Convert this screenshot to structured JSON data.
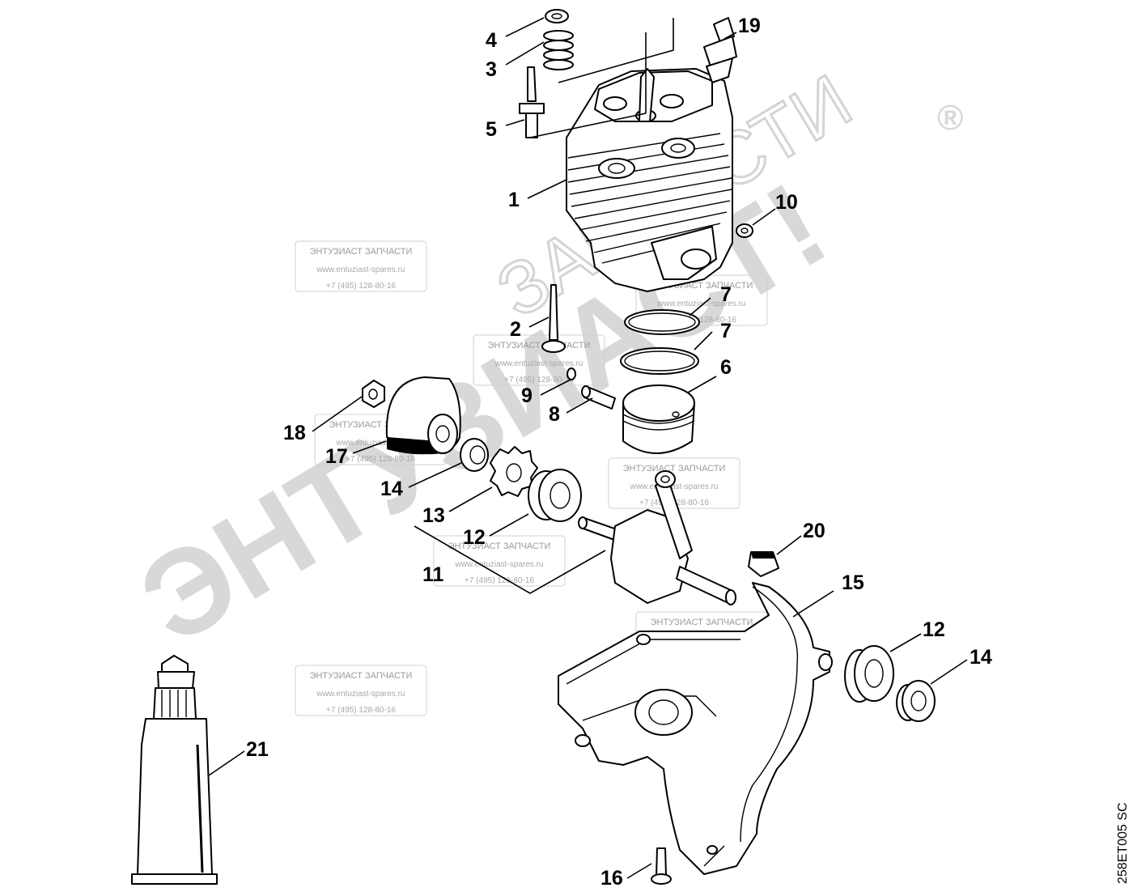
{
  "watermark": {
    "brand": "ЭНТУЗИАСТ!",
    "sub": "ЗАПЧАСТИ",
    "reg": "®",
    "stamp": {
      "line1": "ЭНТУЗИАСТ ЗАПЧАСТИ",
      "line2": "www.entuziast-spares.ru",
      "line3": "+7 (495) 128-80-16"
    }
  },
  "figure_code": "258ET005 SC",
  "callouts": [
    {
      "id": "1",
      "label": "1"
    },
    {
      "id": "2",
      "label": "2"
    },
    {
      "id": "3",
      "label": "3"
    },
    {
      "id": "4",
      "label": "4"
    },
    {
      "id": "5",
      "label": "5"
    },
    {
      "id": "6",
      "label": "6"
    },
    {
      "id": "7a",
      "label": "7"
    },
    {
      "id": "7b",
      "label": "7"
    },
    {
      "id": "8",
      "label": "8"
    },
    {
      "id": "9",
      "label": "9"
    },
    {
      "id": "10",
      "label": "10"
    },
    {
      "id": "11",
      "label": "11"
    },
    {
      "id": "12a",
      "label": "12"
    },
    {
      "id": "12b",
      "label": "12"
    },
    {
      "id": "13",
      "label": "13"
    },
    {
      "id": "14a",
      "label": "14"
    },
    {
      "id": "14b",
      "label": "14"
    },
    {
      "id": "15",
      "label": "15"
    },
    {
      "id": "16",
      "label": "16"
    },
    {
      "id": "17",
      "label": "17"
    },
    {
      "id": "18",
      "label": "18"
    },
    {
      "id": "19",
      "label": "19"
    },
    {
      "id": "20",
      "label": "20"
    },
    {
      "id": "21",
      "label": "21"
    }
  ]
}
